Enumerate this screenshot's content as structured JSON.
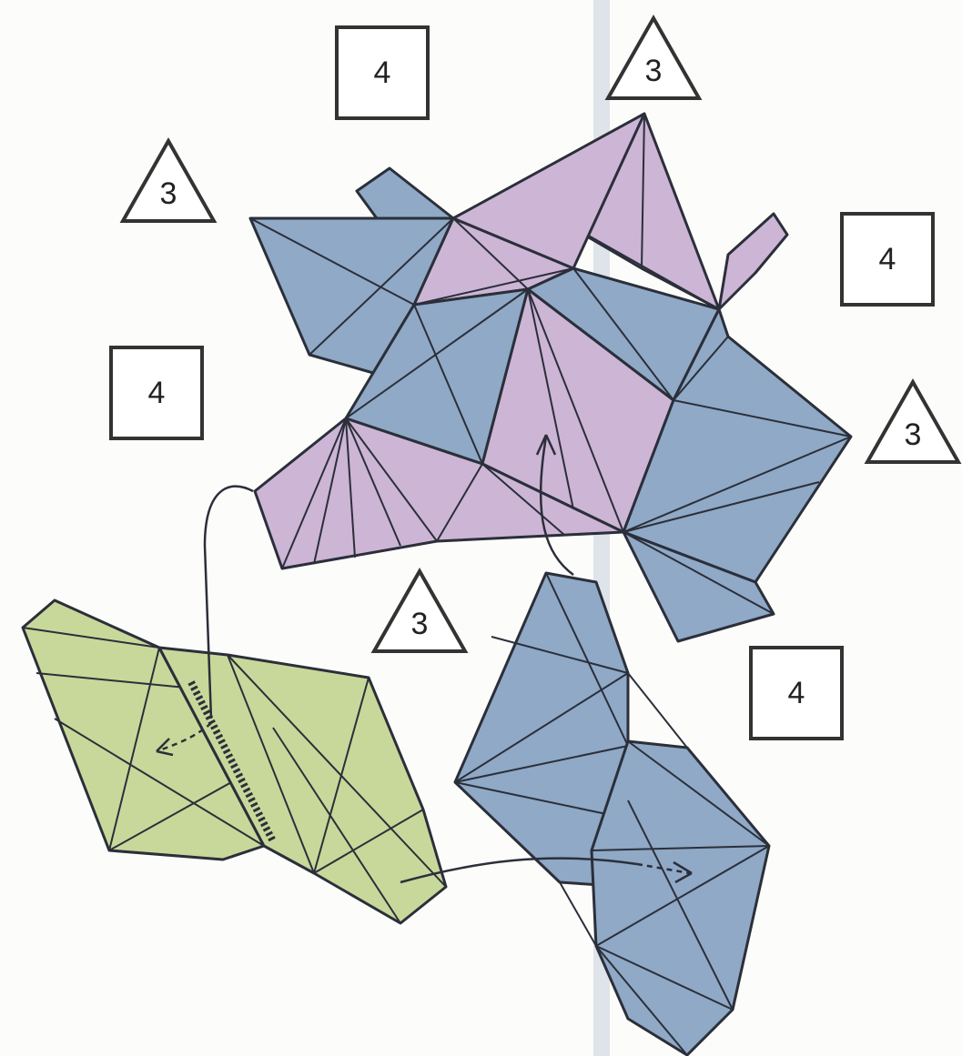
{
  "colors": {
    "background": "#fcfcfa",
    "purple_face": "#cdb5d6",
    "blue_face": "#8fa9c6",
    "green_face": "#c8d89a",
    "line": "#2b2f3a",
    "fold_seam": "#b8c4d2"
  },
  "badges": [
    {
      "shape": "square",
      "label": "4"
    },
    {
      "shape": "triangle",
      "label": "3"
    },
    {
      "shape": "triangle",
      "label": "3"
    },
    {
      "shape": "square",
      "label": "4"
    },
    {
      "shape": "square",
      "label": "4"
    },
    {
      "shape": "triangle",
      "label": "3"
    },
    {
      "shape": "triangle",
      "label": "3"
    },
    {
      "shape": "square",
      "label": "4"
    }
  ]
}
